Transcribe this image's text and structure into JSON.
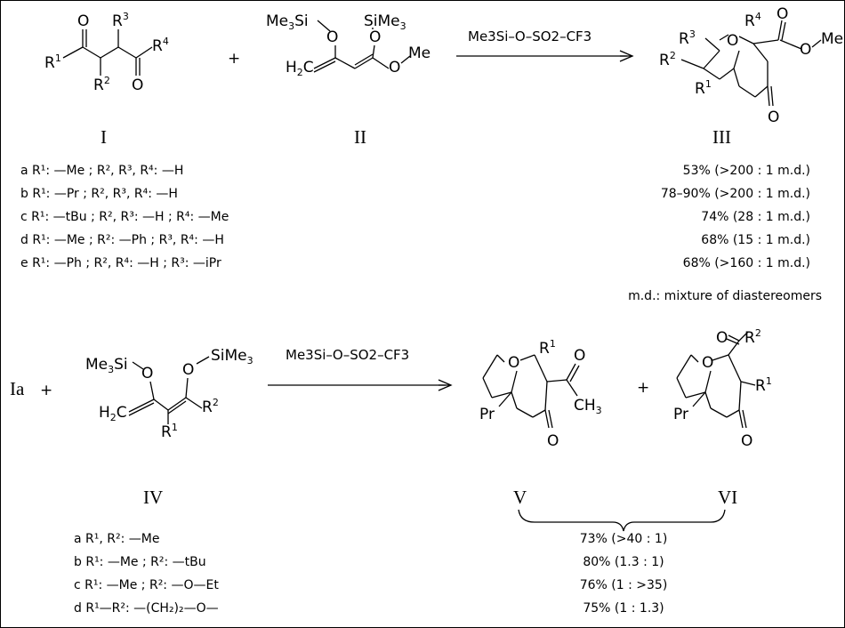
{
  "scheme1": {
    "reagent": "Me3Si–O–SO2–CF3",
    "labels": [
      "I",
      "II",
      "III"
    ],
    "plus": "+",
    "rows": [
      {
        "text": "a R¹: —Me ; R², R³, R⁴: —H",
        "yield": "53% (>200 : 1 m.d.)"
      },
      {
        "text": "b R¹: —Pr ; R², R³, R⁴: —H",
        "yield": "78–90% (>200 : 1 m.d.)"
      },
      {
        "text": "c R¹: —tBu ; R², R³: —H ; R⁴: —Me",
        "yield": "74% (28 : 1 m.d.)"
      },
      {
        "text": "d R¹: —Me ; R²: —Ph ; R³, R⁴: —H",
        "yield": "68% (15 : 1 m.d.)"
      },
      {
        "text": "e R¹: —Ph ; R², R⁴: —H ; R³: —iPr",
        "yield": "68% (>160 : 1 m.d.)"
      }
    ],
    "note": "m.d.: mixture of diastereomers"
  },
  "scheme2": {
    "reactant": "Ia",
    "plus": "+",
    "reagent": "Me3Si–O–SO2–CF3",
    "labels": [
      "IV",
      "V",
      "VI"
    ],
    "rows": [
      {
        "text": "a R¹, R²: —Me",
        "yield": "73% (>40 : 1)"
      },
      {
        "text": "b R¹: —Me ; R²: —tBu",
        "yield": "80% (1.3 : 1)"
      },
      {
        "text": "c R¹: —Me ; R²: —O—Et",
        "yield": "76% (1 : >35)"
      },
      {
        "text": "d R¹—R²: —(CH₂)₂—O—",
        "yield": "75% (1 : 1.3)"
      }
    ]
  },
  "atoms": {
    "O": "O",
    "R": "R",
    "Me": "Me",
    "Me3Si": "Me3Si",
    "SiMe3": "SiMe3",
    "H2C": "H2C",
    "Pr": "Pr",
    "CH3": "CH3",
    "OMe": "OMe"
  }
}
